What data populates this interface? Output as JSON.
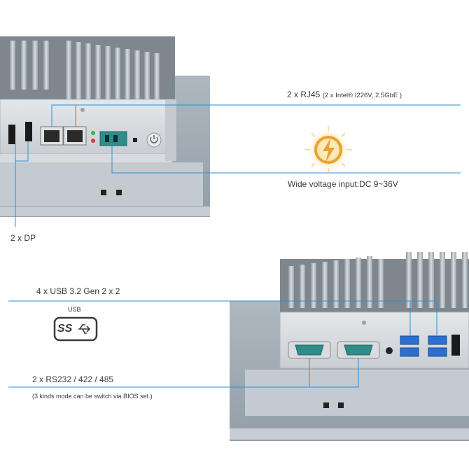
{
  "callouts": {
    "rj45": {
      "label": "2 x RJ45",
      "detail": "(2 x Intel® I226V, 2.5GbE  )"
    },
    "power": {
      "label": "Wide voltage input:DC 9~36V"
    },
    "dp": {
      "label": "2 x DP"
    },
    "usb": {
      "label": "4 x USB 3.2  Gen 2 x 2",
      "logo_caption": "USB",
      "logo_text": "SS"
    },
    "serial": {
      "label": "2 x RS232 / 422 / 485",
      "note": "(3 kinds mode can be switch via BIOS set.)"
    }
  },
  "icons": [
    "power-lightning-icon",
    "usb-superspeed-icon",
    "power-button-icon"
  ],
  "colors": {
    "callout_line": "#2f8fd6",
    "chassis": "#b9c2c9",
    "panel": "#9aa6b0",
    "connector_teal": "#2e8d8a",
    "usb_blue": "#2c6fd1",
    "lightning_gold": "#e8a233"
  }
}
